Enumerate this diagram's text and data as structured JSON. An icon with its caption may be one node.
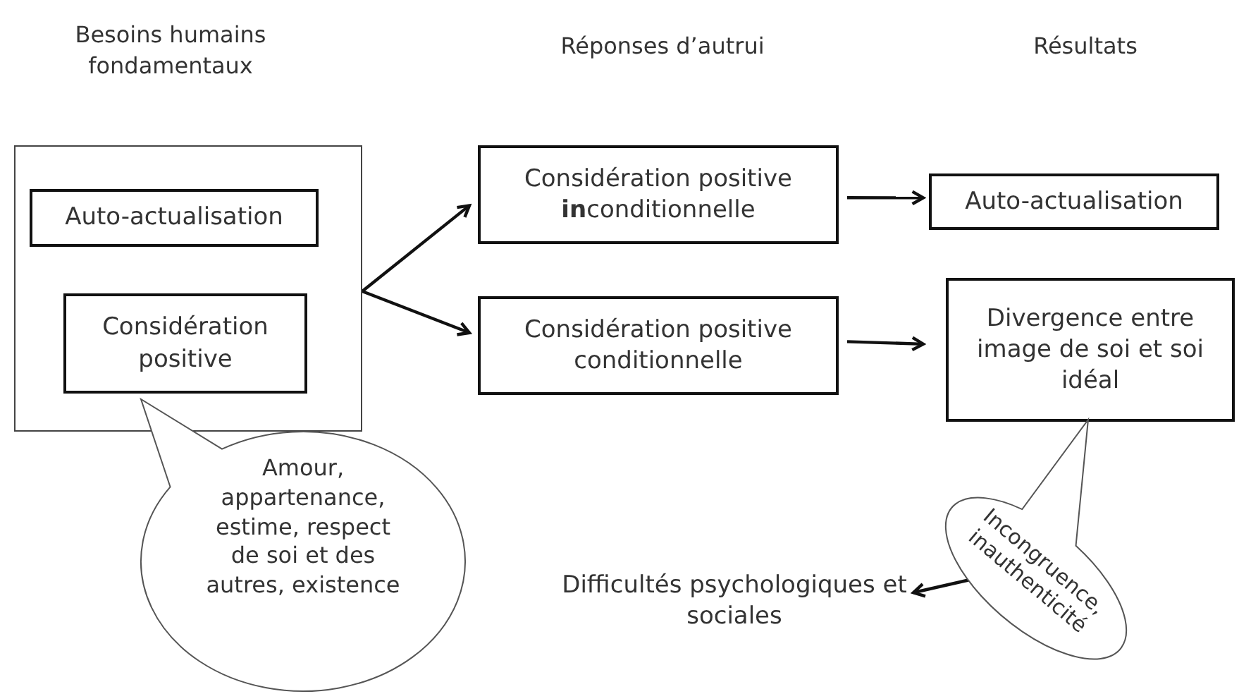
{
  "diagram": {
    "nodes": [
      {
        "text": [],
        "shape": "box"
      },
      {
        "text": [
          "Auto-actualisation"
        ],
        "in": 0
      },
      {
        "text": [
          "Considération positive"
        ],
        "in": 0
      },
      {
        "text": [
          "Amour, appartenance, estime, respect de soi et des autres, existence"
        ]
      },
      {
        "text": [
          "Considération positive **in**conditionnelle"
        ]
      },
      {
        "text": [
          "Considération positive conditionnelle"
        ]
      },
      {
        "text": [
          "Auto-actualisation"
        ]
      },
      {
        "text": [
          "Divergence entre image de soi et soi idéal"
        ]
      },
      {
        "text": [
          "Incongruence, inauthenticité"
        ]
      },
      {
        "text": [
          "Difficultés psychologiques et sociales"
        ]
      }
    ],
    "edges": [
      {
        "from": 0,
        "to": 4,
        "arrow": "to"
      },
      {
        "from": 0,
        "to": 5,
        "arrow": "to"
      },
      {
        "from": 4,
        "to": 6,
        "arrow": "to"
      },
      {
        "from": 5,
        "to": 7,
        "arrow": "to"
      },
      {
        "from": 8,
        "to": 9,
        "arrow": "to"
      }
    ],
    "labels": [
      "Besoins humains fondamentaux",
      "Réponses d’autrui",
      "Résultats"
    ]
  }
}
